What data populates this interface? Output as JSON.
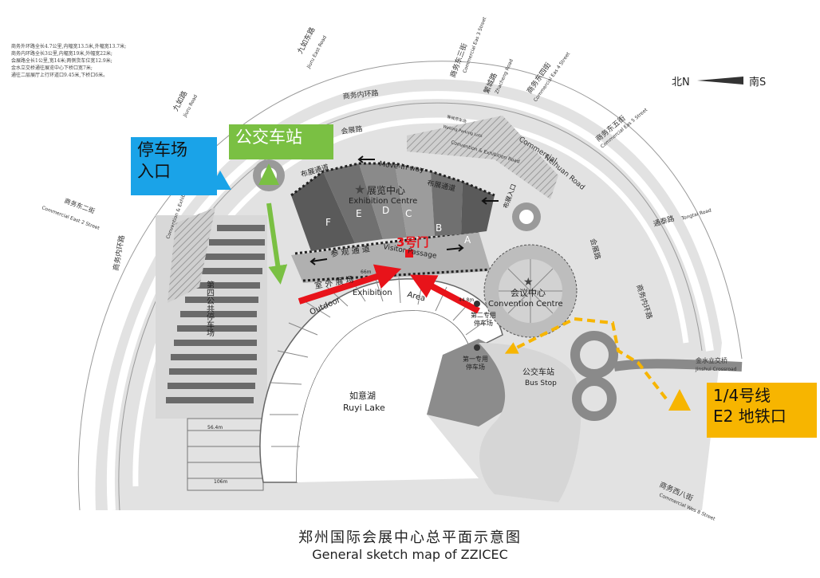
{
  "notes": [
    "商务外环路全长4.7公里,内幅宽13.5米,外幅宽13.7米;",
    "商务内环路全长3公里,内幅宽19米,外幅宽22米;",
    "会展路全长1公里,宽14米;两侧货车位宽12.9米;",
    "金水立交桥通往展览中心下桥口宽7米;",
    "通往二层展厅上行环道口9.45米,下桥口6米。"
  ],
  "compass": {
    "north": "北N",
    "south": "南S"
  },
  "callouts": {
    "parking_entry": [
      "停车场",
      "入口"
    ],
    "bus_station": "公交车站",
    "metro_exit": [
      "1/4号线",
      "E2 地铁口"
    ],
    "gate3": "3号门"
  },
  "roads": {
    "jiuru_east": [
      "九如东路",
      "Jiuru East Road"
    ],
    "jiuru": [
      "九如路",
      "Jiuru Road"
    ],
    "east3": [
      "商务东三街",
      "Commercial Eas 3 Street"
    ],
    "zhacheng": [
      "繁城路",
      "Zhacheng Road"
    ],
    "east4": [
      "商务东四街",
      "Commercial Eas 4 Street"
    ],
    "east5": [
      "商务东五街",
      "Commercial Eas 5 Street"
    ],
    "inner_ring": "商务内环路",
    "neihuan": [
      "Commercial",
      "Neihuan Road"
    ],
    "huizhan": "会展路",
    "huizhan_east": "会展路",
    "convention_road": "Convention & Exhibition Road",
    "convention_road_w": "Convention & Exhibition Road",
    "tongtai": [
      "通泰路",
      "Tongtai Road"
    ],
    "east2": [
      "商务东二街",
      "Commercial East 2 Street"
    ],
    "inner_ring_w": "商务内环路",
    "inner_ring_e": "商务内环路",
    "west8": [
      "商务西八街",
      "Commercial Wes 8 Street"
    ],
    "jinshui": [
      "金水立交桥",
      "Jinshui Crossroad"
    ],
    "waiting_lots": "Waiting Parking Lots",
    "waiting_zh": "等候停车场"
  },
  "venue": {
    "exhibition_centre": [
      "展览中心",
      "Exhibition Centre"
    ],
    "hall_letters": [
      "F",
      "E",
      "D",
      "C",
      "B",
      "A"
    ],
    "move_in_zh": "布展通道",
    "move_in_en": "Move-in way",
    "move_in_zh2": "布展通道",
    "move_in_entry": "布展入口",
    "visitor_passage_zh": "参 观 通 道",
    "visitor_passage_en": "Visitor Passage",
    "outdoor_area_zh": "室  外  展  场",
    "outdoor_area_en": [
      "Outdoor",
      "Exhibition",
      "Area"
    ],
    "convention_centre": [
      "会议中心",
      "Convention Centre"
    ],
    "bus_stop": [
      "公交车站",
      "Bus Stop"
    ],
    "lake": [
      "如意湖",
      "Ruyi Lake"
    ],
    "parking4": "第四公共停车场",
    "parking1": [
      "第一专用",
      "停车场"
    ],
    "parking2": [
      "第二专用",
      "停车场"
    ],
    "dim_66m": "66m",
    "dim_106m": "106m",
    "dim_56m": "56.4m",
    "dim_44m": "44.8m"
  },
  "caption": {
    "zh": "郑州国际会展中心总平面示意图",
    "en": "General sketch map of ZZICEC"
  },
  "colors": {
    "parking_entry": "#1aa3e8",
    "bus_station": "#7ac043",
    "metro": "#f7b500",
    "route_red": "#e8131a"
  }
}
